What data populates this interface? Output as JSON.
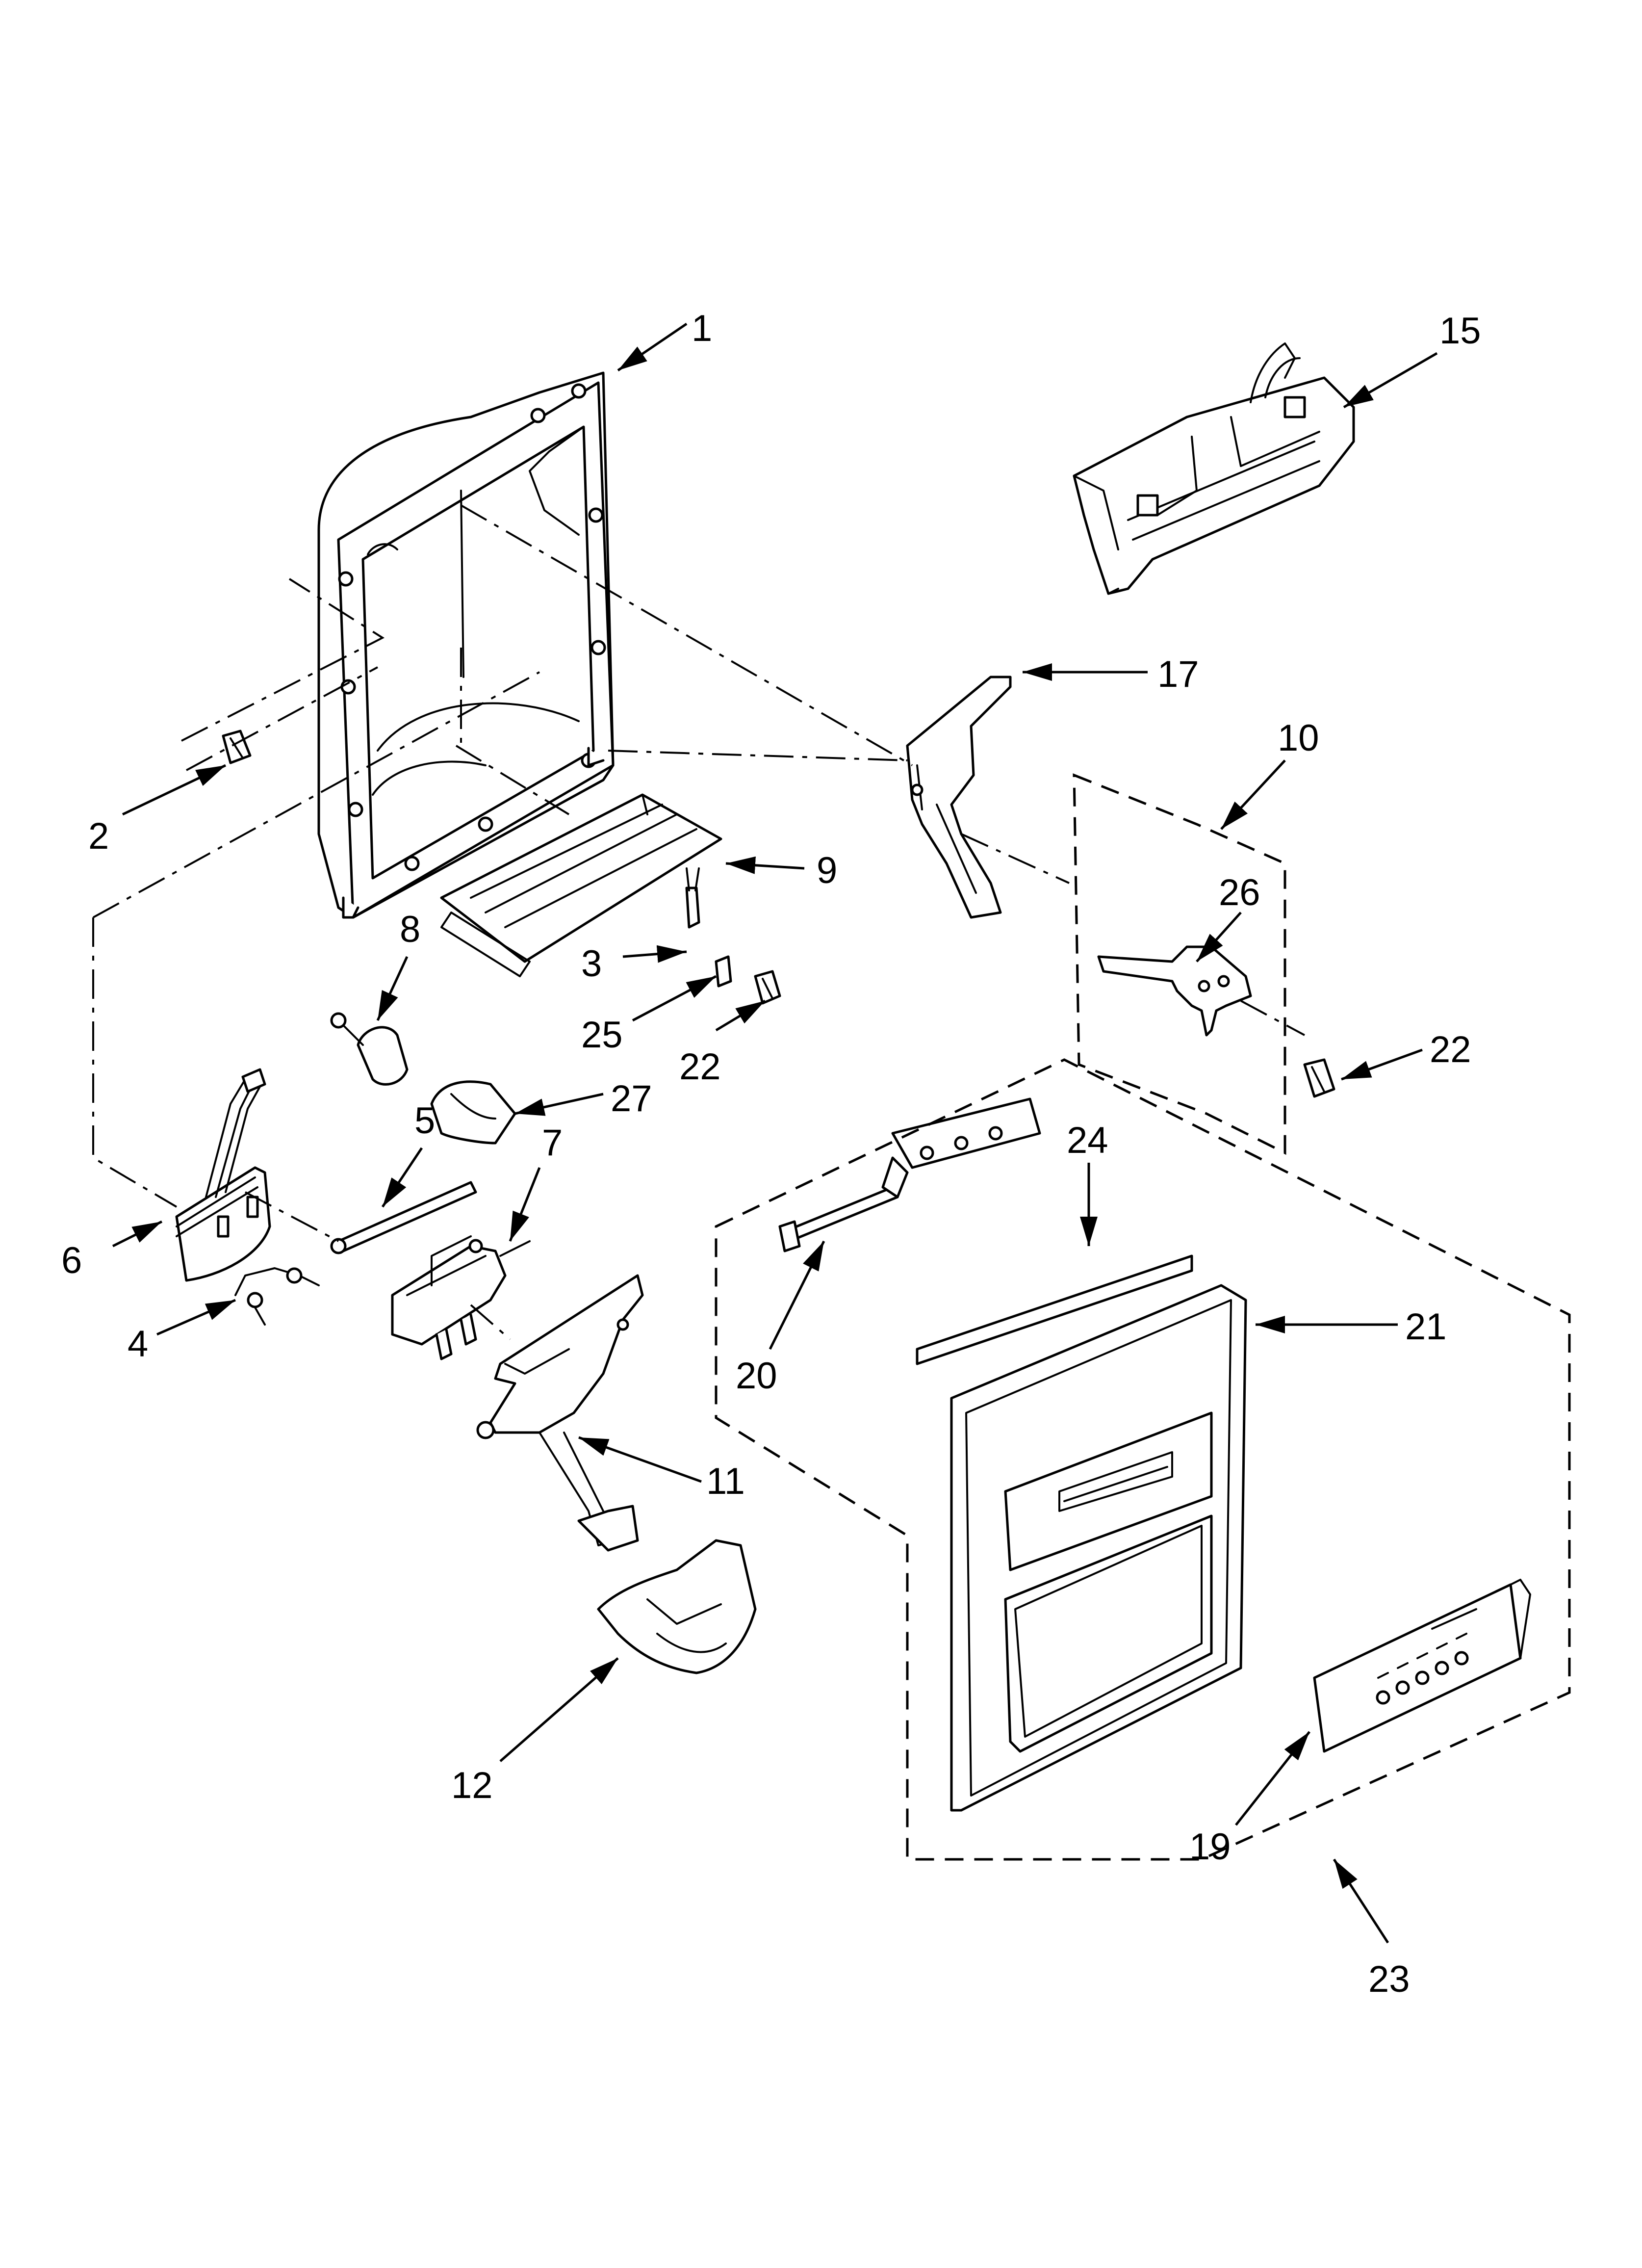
{
  "callouts": [
    {
      "id": "c1",
      "label": "1"
    },
    {
      "id": "c2",
      "label": "2"
    },
    {
      "id": "c3",
      "label": "3"
    },
    {
      "id": "c4",
      "label": "4"
    },
    {
      "id": "c5",
      "label": "5"
    },
    {
      "id": "c6",
      "label": "6"
    },
    {
      "id": "c7",
      "label": "7"
    },
    {
      "id": "c8",
      "label": "8"
    },
    {
      "id": "c9",
      "label": "9"
    },
    {
      "id": "c10",
      "label": "10"
    },
    {
      "id": "c11",
      "label": "11"
    },
    {
      "id": "c12",
      "label": "12"
    },
    {
      "id": "c15",
      "label": "15"
    },
    {
      "id": "c17",
      "label": "17"
    },
    {
      "id": "c19",
      "label": "19"
    },
    {
      "id": "c20",
      "label": "20"
    },
    {
      "id": "c21",
      "label": "21"
    },
    {
      "id": "c22a",
      "label": "22"
    },
    {
      "id": "c22b",
      "label": "22"
    },
    {
      "id": "c23",
      "label": "23"
    },
    {
      "id": "c24",
      "label": "24"
    },
    {
      "id": "c25",
      "label": "25"
    },
    {
      "id": "c26",
      "label": "26"
    },
    {
      "id": "c27",
      "label": "27"
    }
  ]
}
